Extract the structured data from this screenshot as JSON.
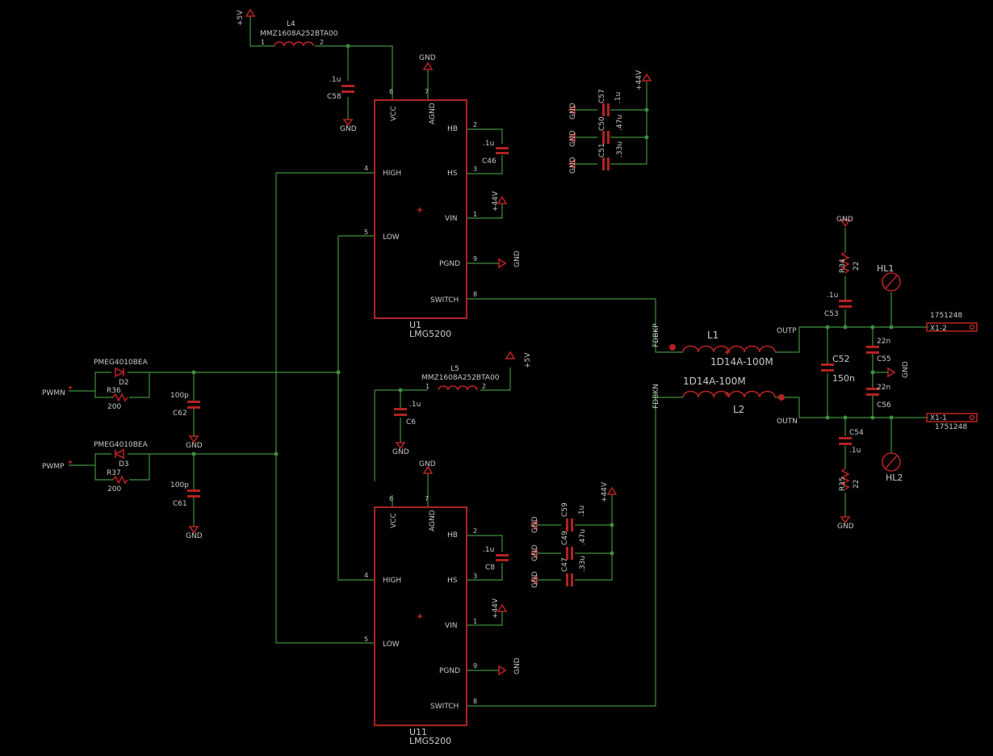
{
  "nets": {
    "p5v": "+5V",
    "p44v": "+44V",
    "gnd": "GND",
    "pwmn": "PWMN",
    "pwmp": "PWMP",
    "fdbkp": "FDBKP",
    "fdbkn": "FDBKN",
    "outp": "OUTP",
    "outn": "OUTN"
  },
  "chips": [
    {
      "ref": "U1",
      "value": "LMG5200",
      "pins": {
        "vcc": "VCC",
        "agnd": "AGND",
        "hb": "HB",
        "hs": "HS",
        "vin": "VIN",
        "pgnd": "PGND",
        "switch": "SWITCH",
        "high": "HIGH",
        "low": "LOW"
      }
    },
    {
      "ref": "U11",
      "value": "LMG5200",
      "pins": {
        "vcc": "VCC",
        "agnd": "AGND",
        "hb": "HB",
        "hs": "HS",
        "vin": "VIN",
        "pgnd": "PGND",
        "switch": "SWITCH",
        "high": "HIGH",
        "low": "LOW"
      }
    }
  ],
  "pin_numbers": [
    "1",
    "2",
    "3",
    "4",
    "5",
    "6",
    "7",
    "8",
    "9"
  ],
  "ferrites": [
    {
      "ref": "L4",
      "value": "MMZ1608A252BTA00"
    },
    {
      "ref": "L5",
      "value": "MMZ1608A252BTA00"
    }
  ],
  "inductors": [
    {
      "ref": "L1",
      "value": "1D14A-100M"
    },
    {
      "ref": "L2",
      "value": "1D14A-100M"
    }
  ],
  "caps": {
    "C58": ".1u",
    "C46": ".1u",
    "C57": ".1u",
    "C50": ".47u",
    "C51": ".33u",
    "C62": "100p",
    "C61": "100p",
    "C6": ".1u",
    "C8": ".1u",
    "C59": ".1u",
    "C49": ".47u",
    "C47": ".33u",
    "C53": ".1u",
    "C52": "150n",
    "C55": "22n",
    "C56": "22n",
    "C54": ".1u"
  },
  "resistors": {
    "R36": "200",
    "R37": "200",
    "R34": "22",
    "R35": "22"
  },
  "diodes": {
    "D2": "PMEG4010BEA",
    "D3": "PMEG4010BEA"
  },
  "lamps": [
    "HL1",
    "HL2"
  ],
  "connector": {
    "value": "1751248",
    "pin2": "X1-2",
    "pin1": "X1-1"
  }
}
